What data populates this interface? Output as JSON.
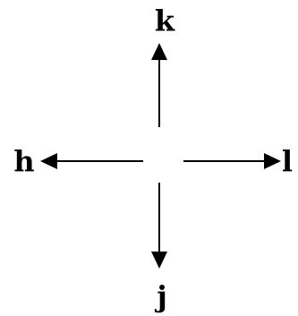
{
  "keys": {
    "up": "k",
    "down": "j",
    "left": "h",
    "right": "l"
  },
  "colors": {
    "ink": "#000000",
    "background": "#ffffff"
  }
}
